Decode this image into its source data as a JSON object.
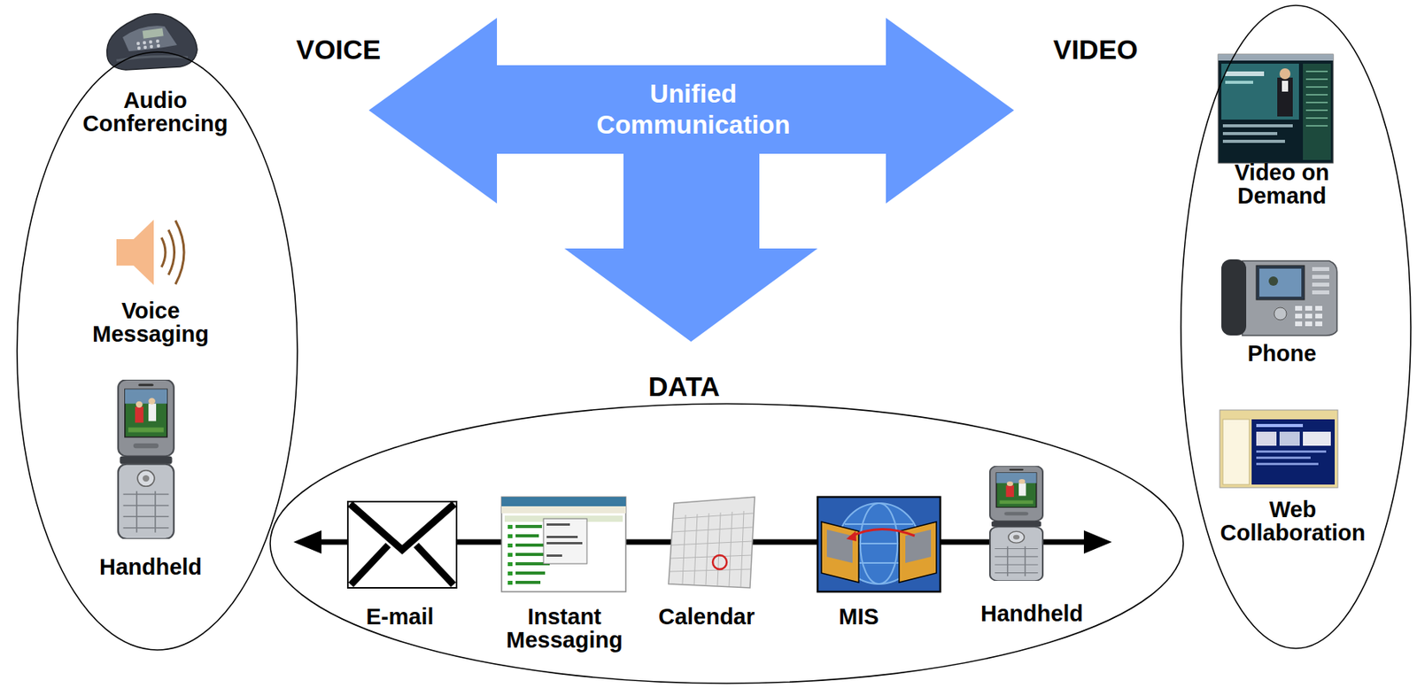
{
  "diagram": {
    "nodes": [
      {
        "text": [
          "VOICE"
        ]
      },
      {
        "text": [
          "Audio Conferencing"
        ],
        "in": 0
      },
      {
        "text": [
          "Voice Messaging"
        ],
        "in": 0
      },
      {
        "text": [
          "Handheld"
        ],
        "in": 0
      },
      {
        "text": [
          "Unified Communication"
        ]
      },
      {
        "text": [
          "VIDEO"
        ]
      },
      {
        "text": [
          "Video on Demand"
        ],
        "in": 5
      },
      {
        "text": [
          "Phone"
        ],
        "in": 5
      },
      {
        "text": [
          "Web Collaboration"
        ],
        "in": 5
      },
      {
        "text": [
          "DATA"
        ]
      },
      {
        "text": [
          "E-mail"
        ],
        "in": 9
      },
      {
        "text": [
          "Instant Messaging"
        ],
        "in": 9
      },
      {
        "text": [
          "Calendar"
        ],
        "in": 9
      },
      {
        "text": [
          "MIS"
        ],
        "in": 9
      },
      {
        "text": [
          "Handheld"
        ],
        "in": 9
      }
    ]
  }
}
